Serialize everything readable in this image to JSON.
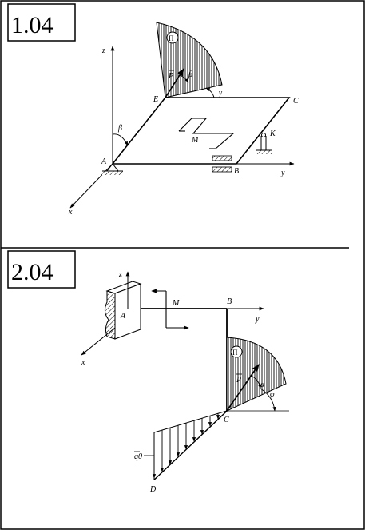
{
  "problem1": {
    "number": "1.04",
    "labels": {
      "z": "z",
      "y": "y",
      "x": "x",
      "A": "A",
      "B": "B",
      "C": "C",
      "E": "E",
      "K": "K",
      "M": "M",
      "P": "P",
      "beta_top": "β",
      "beta_left": "β",
      "gamma": "γ",
      "pi": "П"
    }
  },
  "problem2": {
    "number": "2.04",
    "labels": {
      "z": "z",
      "y": "y",
      "x": "x",
      "A": "A",
      "B": "B",
      "C": "C",
      "D": "D",
      "M": "M",
      "P": "P",
      "alpha": "α",
      "phi": "φ",
      "pi": "П",
      "q0": "q0"
    }
  },
  "colors": {
    "ink": "#000000",
    "background": "#ffffff"
  }
}
